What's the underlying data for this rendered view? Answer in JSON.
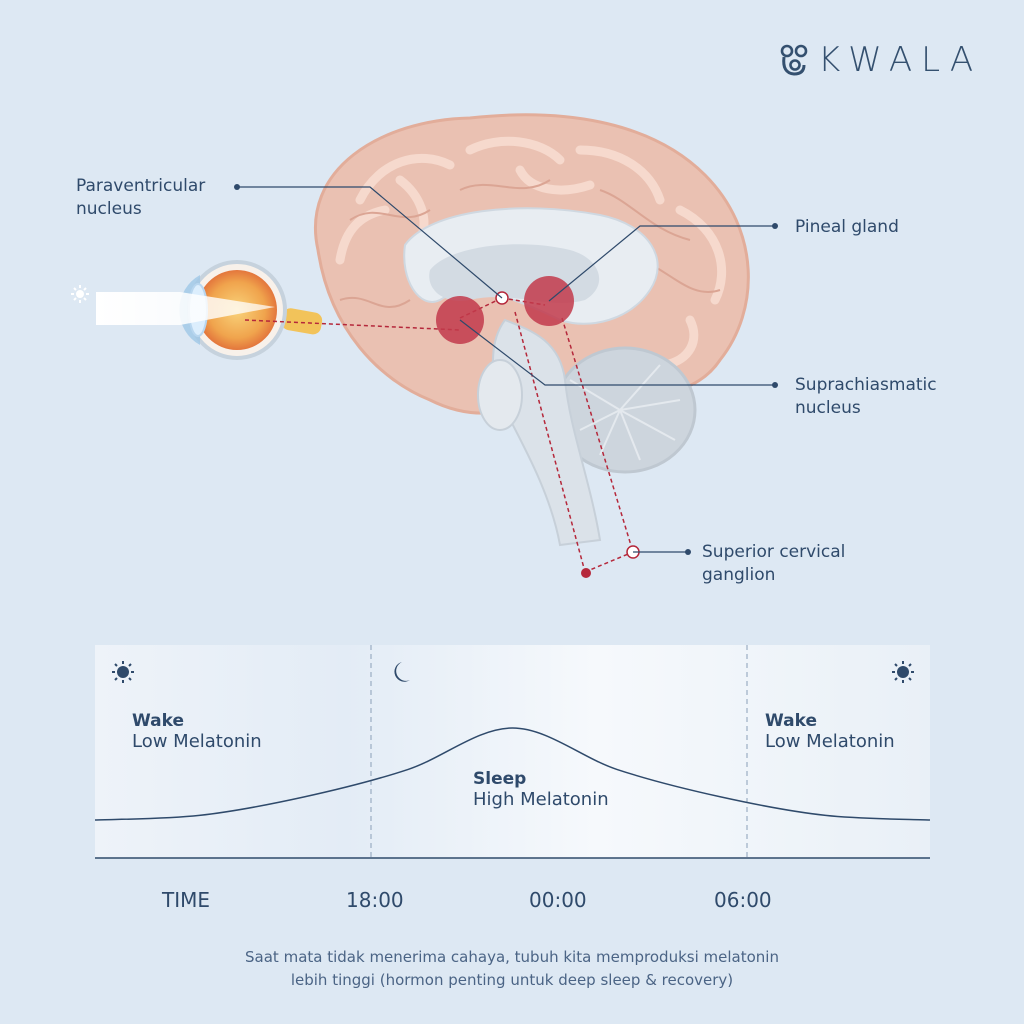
{
  "brand": {
    "name": "KWALA"
  },
  "diagram": {
    "labels": {
      "paraventricular": {
        "line1": "Paraventricular",
        "line2": "nucleus"
      },
      "pineal": {
        "line1": "Pineal gland"
      },
      "suprachiasmatic": {
        "line1": "Suprachiasmatic",
        "line2": "nucleus"
      },
      "cervical": {
        "line1": "Superior cervical",
        "line2": "ganglion"
      }
    },
    "icons": {
      "day": "sun-icon",
      "night": "moon-icon"
    }
  },
  "chart_data": {
    "type": "line",
    "xlabel": "TIME",
    "x_ticks": [
      "18:00",
      "00:00",
      "06:00"
    ],
    "phases": [
      {
        "title": "Wake",
        "subtitle": "Low Melatonin",
        "icon": "sun-icon"
      },
      {
        "title": "Sleep",
        "subtitle": "High Melatonin",
        "icon": "moon-icon"
      },
      {
        "title": "Wake",
        "subtitle": "Low Melatonin",
        "icon": "sun-icon"
      }
    ],
    "series": [
      {
        "values": [
          0.0,
          0.05,
          0.25,
          0.55,
          1.0,
          0.55,
          0.25,
          0.05,
          0.0
        ]
      }
    ],
    "colors": {
      "line": "#2f4a6b",
      "accent": "#b5283b"
    }
  },
  "caption": {
    "line1": "Saat mata tidak menerima cahaya, tubuh kita memproduksi melatonin",
    "line2": "lebih tinggi (hormon penting untuk deep sleep & recovery)"
  }
}
